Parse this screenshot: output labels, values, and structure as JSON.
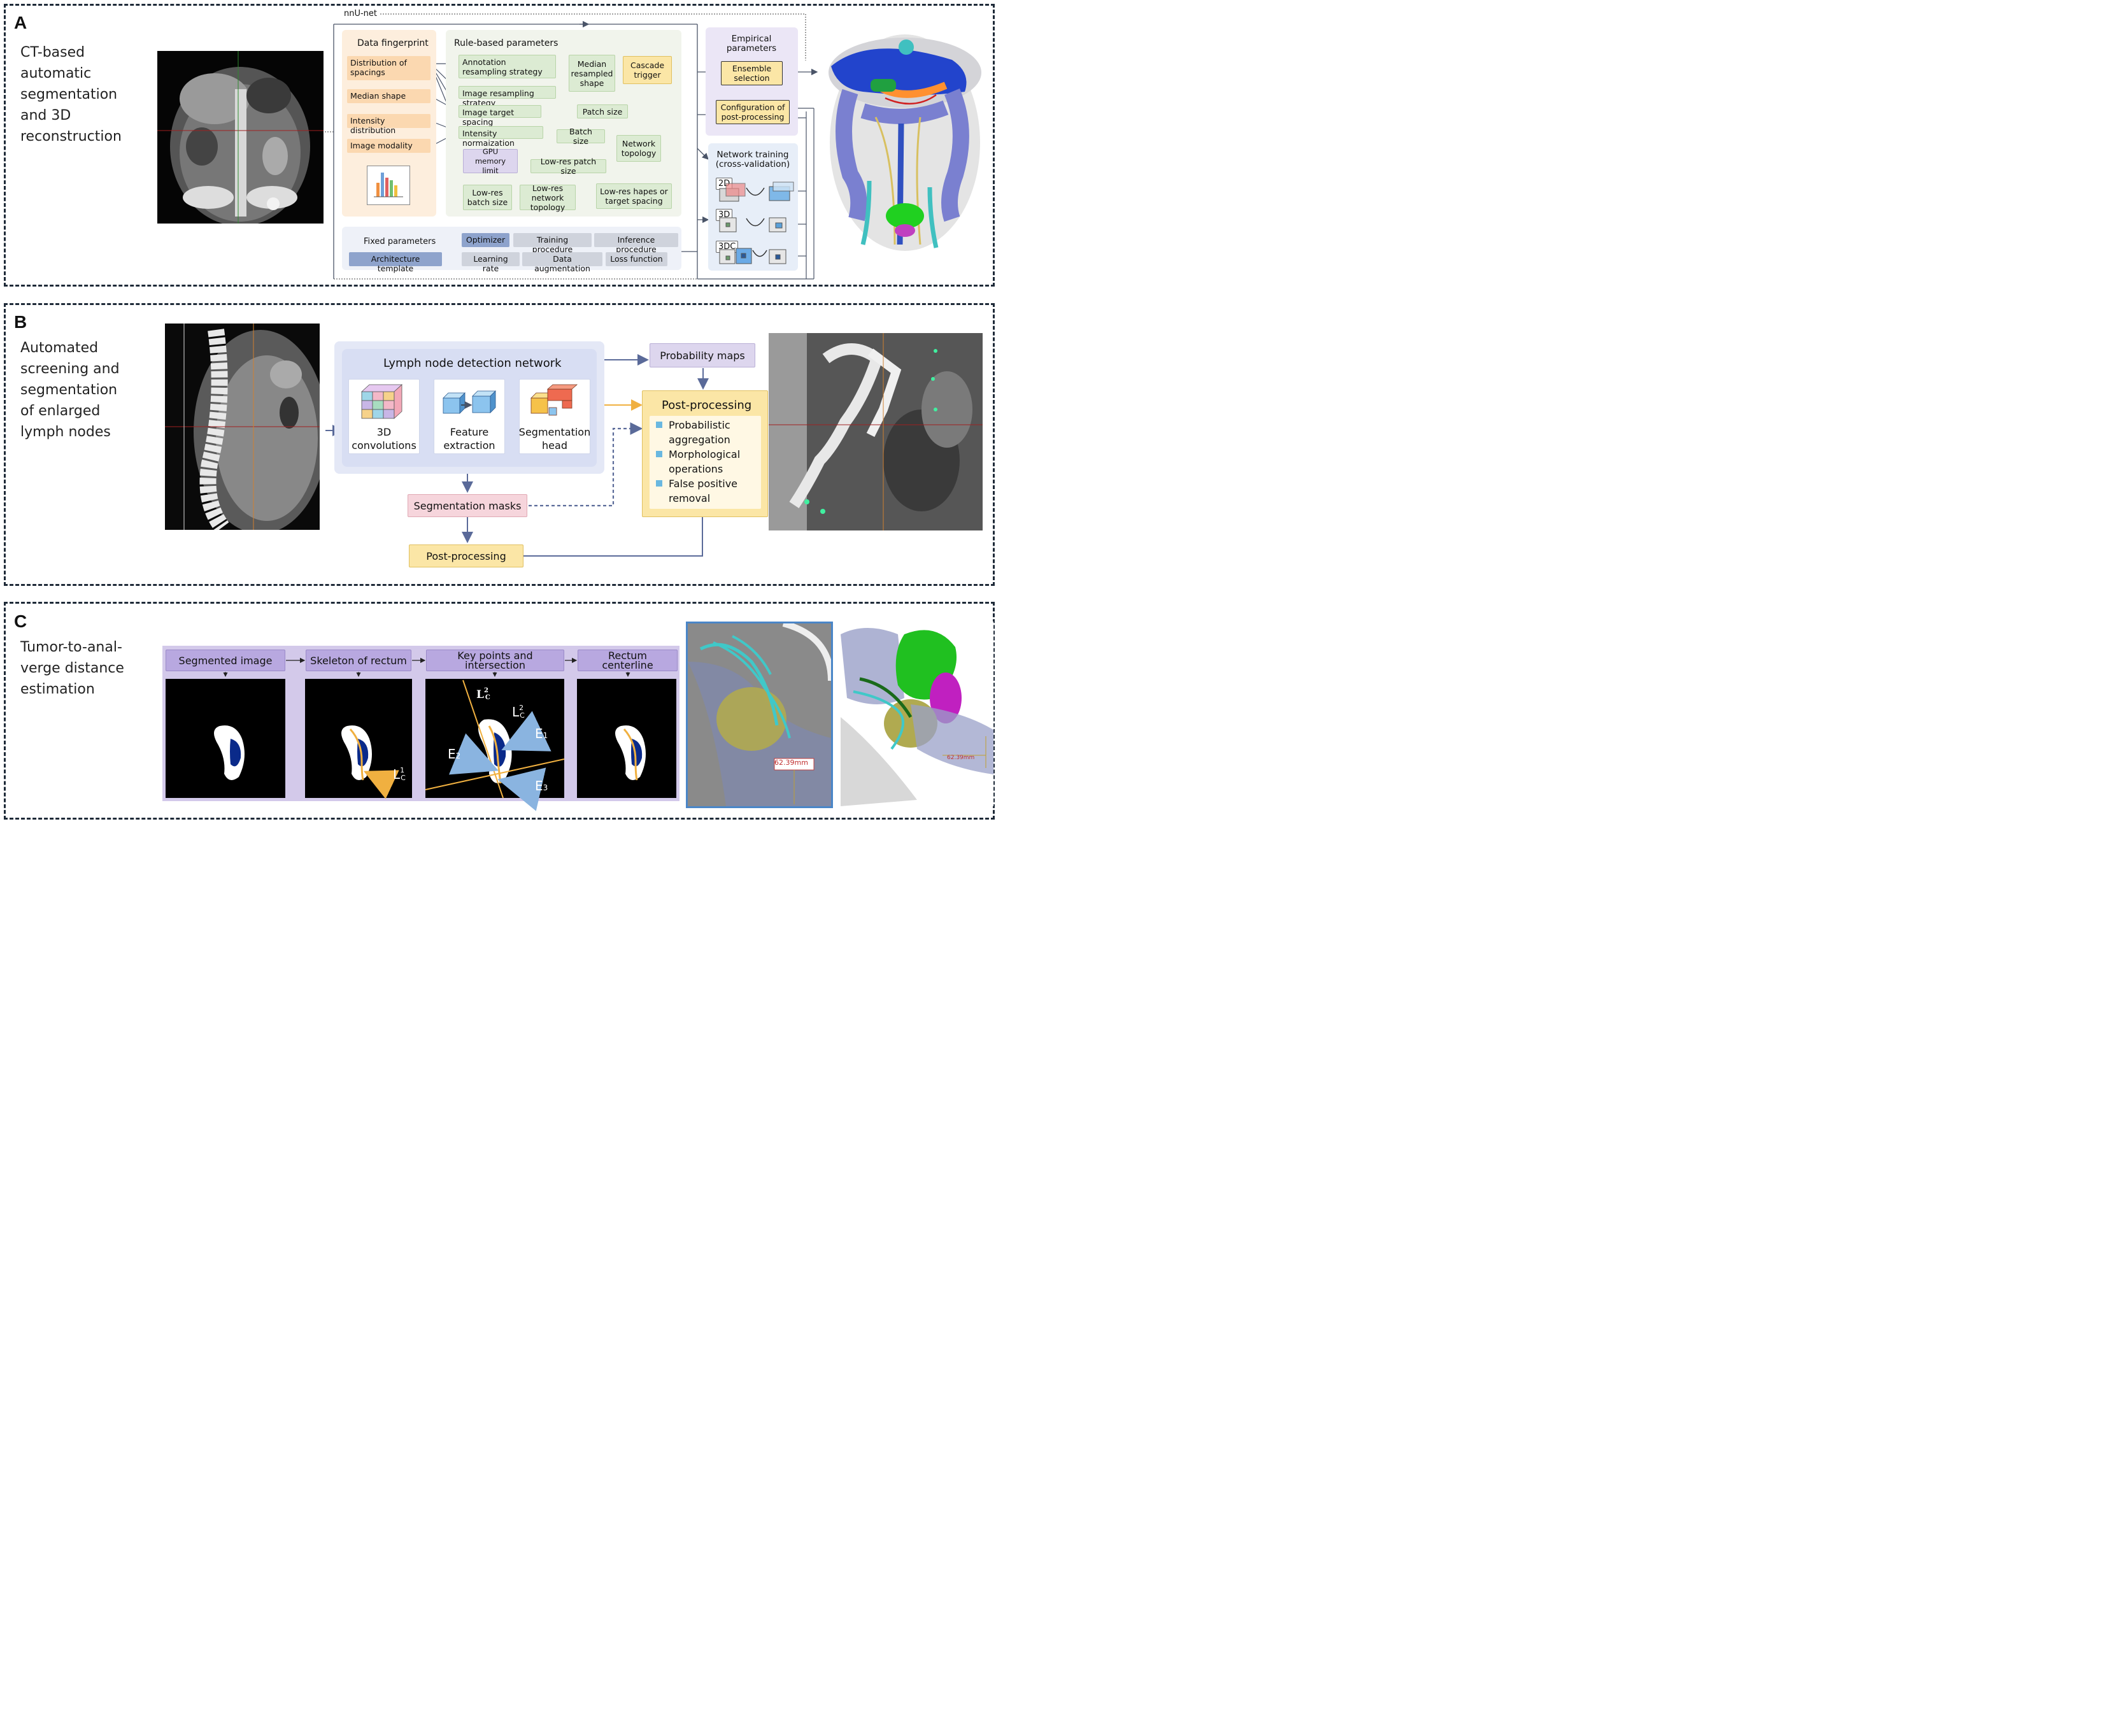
{
  "panels": {
    "a": {
      "label": "A",
      "desc": [
        "CT-based",
        "automatic",
        "segmentation",
        "and 3D",
        "reconstruction"
      ]
    },
    "b": {
      "label": "B",
      "desc": [
        "Automated",
        "screening and",
        "segmentation",
        "of enlarged",
        "lymph nodes"
      ]
    },
    "c": {
      "label": "C",
      "desc": [
        "Tumor-to-anal-",
        "verge distance",
        "estimation"
      ]
    }
  },
  "a": {
    "nnunet": "nnU-net",
    "fingerprint": {
      "title": "Data fingerprint",
      "items": [
        "Distribution of spacings",
        "Median shape",
        "Intensity distribution",
        "Image modality"
      ]
    },
    "rules": {
      "title": "Rule-based parameters",
      "annotation": "Annotation resampling strategy",
      "image_resampling": "Image resampling strategy",
      "target_spacing": "Image target spacing",
      "norm": "Intensity normaization",
      "gpu": "GPU memory limit",
      "median_resampled": "Median resampled shape",
      "cascade": "Cascade trigger",
      "patch": "Patch size",
      "batch": "Batch size",
      "network_topology": "Network topology",
      "lowres_patch": "Low-res patch size",
      "lowres_batch": "Low-res batch size",
      "lowres_topology": "Low-res network topology",
      "lowres_shapes": "Low-res hapes or target spacing"
    },
    "fixed": {
      "title": "Fixed parameters",
      "architecture": "Architecture template",
      "optimizer": "Optimizer",
      "training": "Training procedure",
      "inference": "Inference procedure",
      "lr": "Learning rate",
      "augmentation": "Data augmentation",
      "loss": "Loss function"
    },
    "empirical": {
      "title": "Empirical parameters",
      "ensemble": "Ensemble selection",
      "config": "Configuration of post-processing"
    },
    "training": {
      "title": "Network training (cross-validation)",
      "d2": "2D",
      "d3": "3D",
      "d3c": "3DC"
    }
  },
  "b": {
    "network": "Lymph node detection network",
    "conv": "3D convolutions",
    "feature": "Feature extraction",
    "seghead": "Segmentation head",
    "prob": "Probability maps",
    "post_title": "Post-processing",
    "post_items": [
      "Probabilistic aggregation",
      "Morphological operations",
      "False positive removal"
    ],
    "masks": "Segmentation masks",
    "post2": "Post-processing"
  },
  "c": {
    "steps": [
      "Segmented image",
      "Skeleton of rectum",
      "Key points and intersection",
      "Rectum centerline"
    ],
    "lc1": "L",
    "lc1sup": "1",
    "lc1sub": "C",
    "lc2": "L",
    "lc2sup": "2",
    "lc2sub": "C",
    "e1": "E",
    "e1sub": "1",
    "e2": "E",
    "e2sub": "2",
    "e3": "E",
    "e3sub": "3",
    "measure": "62.39mm"
  },
  "colors": {
    "dash": "#1e2a38",
    "peach": "#fbd8b0",
    "green": "#dcebd3",
    "lavender": "#ddd6ee",
    "yellow": "#fbe6a6",
    "arrow_orange": "#f0b040",
    "arrow_blue": "#5a6a99"
  }
}
